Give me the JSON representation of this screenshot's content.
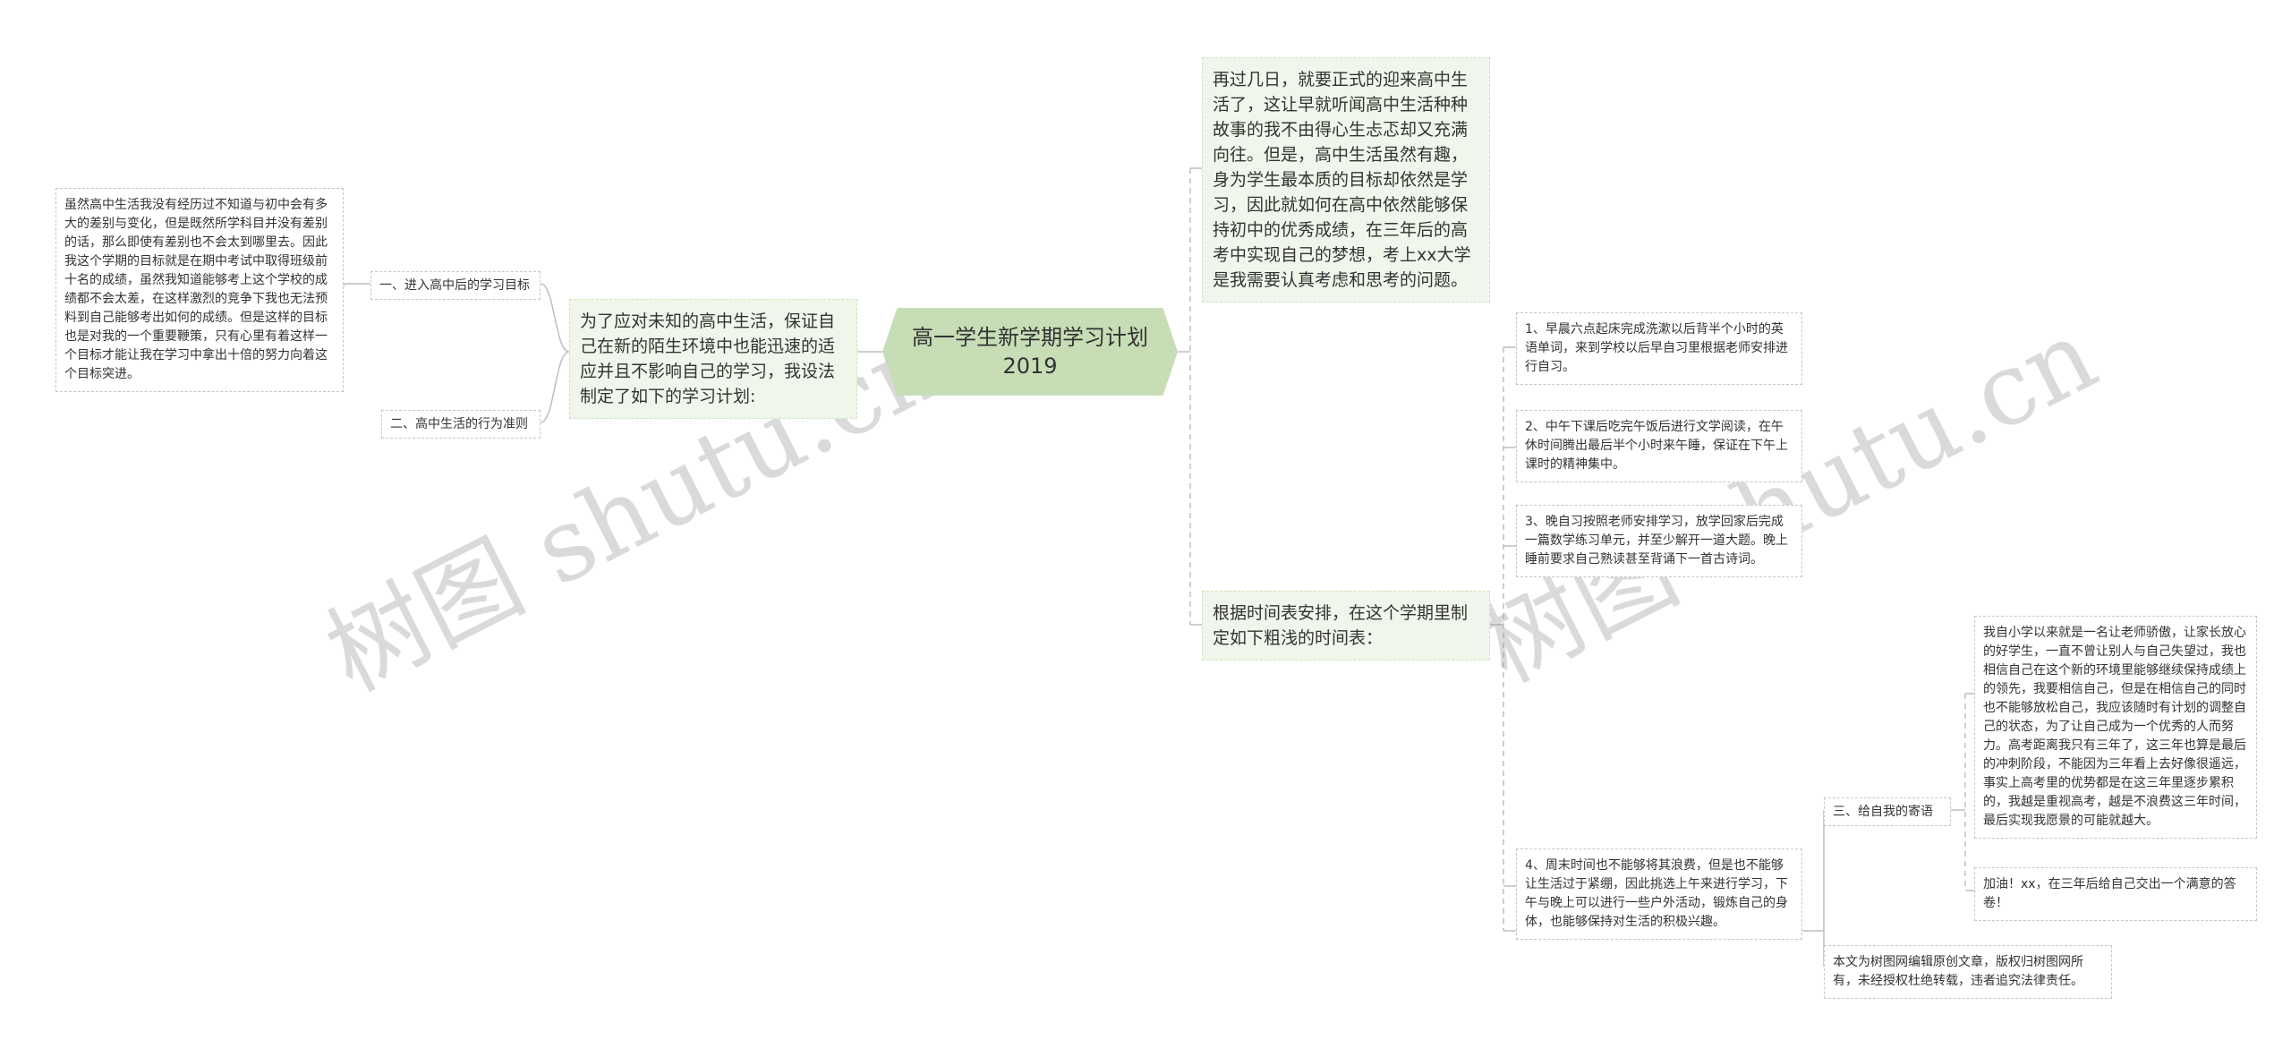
{
  "root": "高一学生新学期学习计划2019",
  "left_branch": {
    "text": "为了应对未知的高中生活，保证自己在新的陌生环境中也能迅速的适应并且不影响自己的学习，我设法制定了如下的学习计划:",
    "children": [
      {
        "label": "一、进入高中后的学习目标",
        "text": "虽然高中生活我没有经历过不知道与初中会有多大的差别与变化，但是既然所学科目并没有差别的话，那么即使有差别也不会太到哪里去。因此我这个学期的目标就是在期中考试中取得班级前十名的成绩，虽然我知道能够考上这个学校的成绩都不会太差，在这样激烈的竞争下我也无法预料到自己能够考出如何的成绩。但是这样的目标也是对我的一个重要鞭策，只有心里有着这样一个目标才能让我在学习中拿出十倍的努力向着这个目标突进。"
      },
      {
        "label": "二、高中生活的行为准则"
      }
    ]
  },
  "right_top": "再过几日，就要正式的迎来高中生活了，这让早就听闻高中生活种种故事的我不由得心生忐忑却又充满向往。但是，高中生活虽然有趣，身为学生最本质的目标却依然是学习，因此就如何在高中依然能够保持初中的优秀成绩，在三年后的高考中实现自己的梦想，考上xx大学是我需要认真考虑和思考的问题。",
  "right_mid": {
    "text": "根据时间表安排，在这个学期里制定如下粗浅的时间表：",
    "items": [
      "1、早晨六点起床完成洗漱以后背半个小时的英语单词，来到学校以后早自习里根据老师安排进行自习。",
      "2、中午下课后吃完午饭后进行文学阅读，在午休时间腾出最后半个小时来午睡，保证在下午上课时的精神集中。",
      "3、晚自习按照老师安排学习，放学回家后完成一篇数学练习单元，并至少解开一道大题。晚上睡前要求自己熟读甚至背诵下一首古诗词。",
      "4、周末时间也不能够将其浪费，但是也不能够让生活过于紧绷，因此挑选上午来进行学习，下午与晚上可以进行一些户外活动，锻炼自己的身体，也能够保持对生活的积极兴趣。"
    ],
    "sub": {
      "label": "三、给自我的寄语",
      "texts": [
        "我自小学以来就是一名让老师骄傲，让家长放心的好学生，一直不曾让别人与自己失望过，我也相信自己在这个新的环境里能够继续保持成绩上的领先，我要相信自己，但是在相信自己的同时也不能够放松自己，我应该随时有计划的调整自己的状态，为了让自己成为一个优秀的人而努力。高考距离我只有三年了，这三年也算是最后的冲刺阶段，不能因为三年看上去好像很遥远，事实上高考里的优势都是在这三年里逐步累积的，我越是重视高考，越是不浪费这三年时间，最后实现我愿景的可能就越大。",
        "加油！xx，在三年后给自己交出一个满意的答卷！"
      ]
    },
    "footer": "本文为树图网编辑原创文章，版权归树图网所有，未经授权杜绝转载，违者追究法律责任。"
  },
  "watermarks": [
    "树图 shutu.cn",
    "树图 shutu.cn"
  ],
  "colors": {
    "root_fill": "#c7ddb6",
    "green_fill": "#f0f7ea",
    "line": "#bdbdbd"
  }
}
